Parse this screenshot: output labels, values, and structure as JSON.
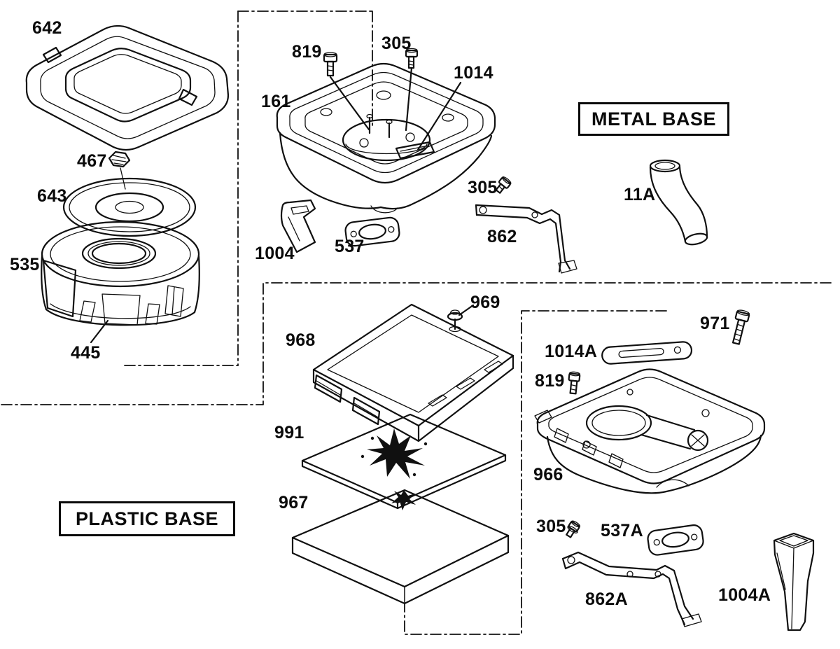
{
  "diagram": {
    "section_boxes": {
      "metal_base": "METAL BASE",
      "plastic_base": "PLASTIC BASE"
    },
    "part_labels": {
      "p642": "642",
      "p467": "467",
      "p643": "643",
      "p535": "535",
      "p445": "445",
      "p819_top": "819",
      "p305_top": "305",
      "p1014": "1014",
      "p161": "161",
      "p1004": "1004",
      "p537": "537",
      "p305_mid": "305",
      "p862": "862",
      "p11a": "11A",
      "p969": "969",
      "p968": "968",
      "p1014a": "1014A",
      "p971": "971",
      "p819_bottom": "819",
      "p991": "991",
      "p966": "966",
      "p967": "967",
      "p305_bottom": "305",
      "p537a": "537A",
      "p862a": "862A",
      "p1004a": "1004A"
    },
    "colors": {
      "line": "#101010",
      "background": "#ffffff"
    }
  }
}
